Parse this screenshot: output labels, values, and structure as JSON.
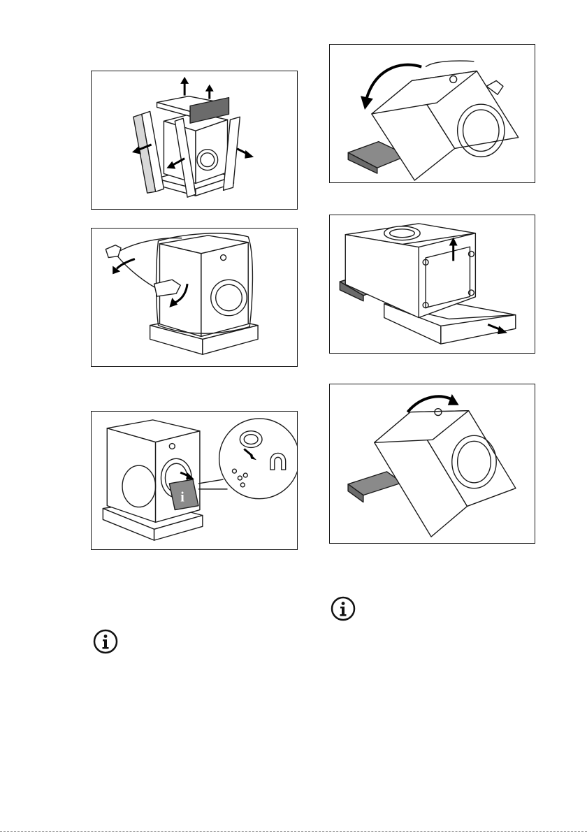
{
  "page": {
    "left_column": {
      "figures": [
        "remove-top-packaging-and-corner-posts",
        "remove-plastic-bag",
        "take-out-accessories-bag"
      ],
      "info_icon": "info-icon"
    },
    "right_column": {
      "figures": [
        "tilt-appliance-backwards",
        "remove-polystyrene-base",
        "return-appliance-upright"
      ],
      "info_icon": "info-icon"
    }
  }
}
